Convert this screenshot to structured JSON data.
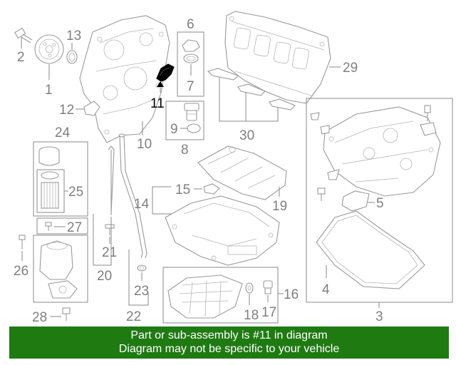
{
  "callouts": {
    "c1": "1",
    "c2": "2",
    "c3": "3",
    "c4": "4",
    "c5": "5",
    "c6": "6",
    "c7": "7",
    "c8": "8",
    "c9": "9",
    "c10": "10",
    "c11": "11",
    "c12": "12",
    "c13": "13",
    "c14": "14",
    "c15": "15",
    "c16": "16",
    "c17": "17",
    "c18": "18",
    "c19": "19",
    "c20": "20",
    "c21": "21",
    "c22": "22",
    "c23": "23",
    "c24": "24",
    "c25": "25",
    "c26": "26",
    "c27": "27",
    "c28": "28",
    "c29": "29",
    "c30": "30"
  },
  "highlighted_part": "11",
  "colors": {
    "banner_bg": "#1f7a12",
    "banner_text": "#ffffff",
    "line_art": "#9a9a9a",
    "highlight": "#000000"
  },
  "banner": {
    "line1": "Part or sub-assembly is #11 in diagram",
    "line2": "Diagram may not be specific to your vehicle"
  }
}
